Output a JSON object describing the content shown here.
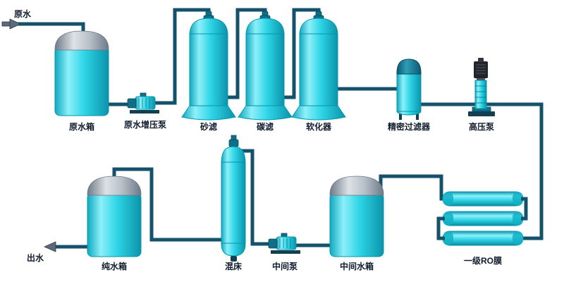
{
  "labels": {
    "raw_water": "原水",
    "raw_water_tank": "原水箱",
    "booster_pump": "原水增压泵",
    "sand_filter": "砂滤",
    "carbon_filter": "碳滤",
    "softener": "软化器",
    "precision_filter": "精密过滤器",
    "high_pressure_pump": "高压泵",
    "ro_membrane": "一级RO膜",
    "intermediate_tank": "中间水箱",
    "intermediate_pump": "中间泵",
    "mixed_bed": "混床",
    "pure_water_tank": "纯水箱",
    "outlet_water": "出水"
  },
  "colors": {
    "background": "#ffffff",
    "pipe": "#14526b",
    "vessel_cyan": "#2ed5e6",
    "vessel_cyan_light": "#8df0f9",
    "vessel_cyan_dark": "#0b93aa",
    "tank_dome_gray": "#b6bec7",
    "cap_teal": "#0f6e88",
    "motor_black": "#22262b",
    "arrow_gray": "#5b6b7a",
    "label_text": "#101c2e"
  }
}
